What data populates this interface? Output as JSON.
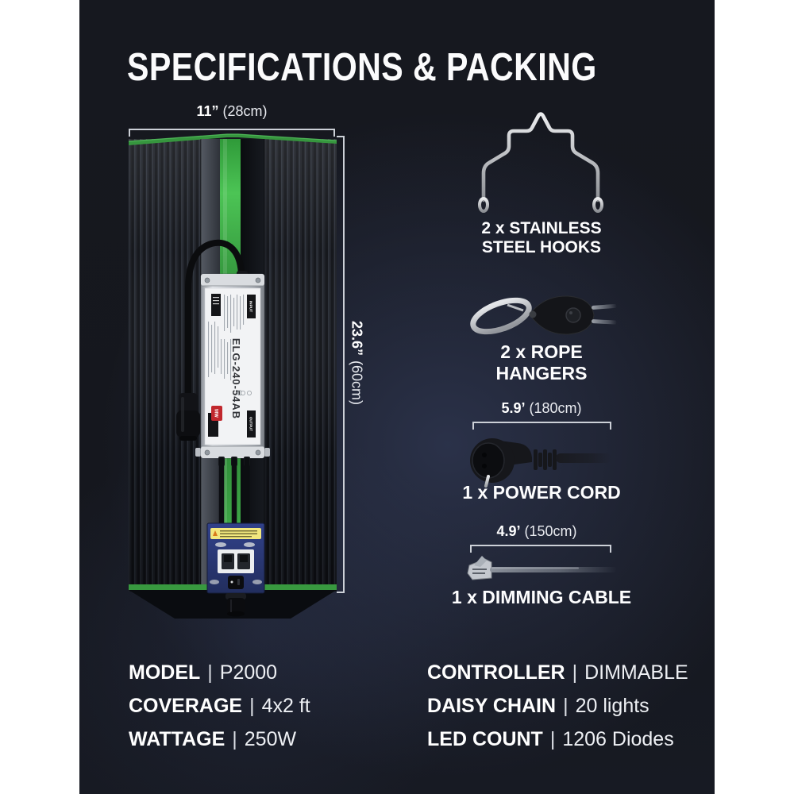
{
  "title": "SPECIFICATIONS & PACKING",
  "colors": {
    "page_background": "#ffffff",
    "panel_background": "#16181f",
    "accent_green": "#3fb247",
    "text": "#ffffff",
    "dimension_line": "#ccd0d7",
    "driver_silver": "#c6cad0",
    "controller_blue": "#2c3a74"
  },
  "product": {
    "width": {
      "imperial": "11”",
      "metric": "(28cm)"
    },
    "height": {
      "imperial": "23.6”",
      "metric": "(60cm)"
    },
    "driver": {
      "brand": "MW",
      "model": "ELG-240-54AB",
      "input_label": "INPUT",
      "output_label": "OUTPUT"
    }
  },
  "accessories": {
    "hooks": {
      "label_line1": "2 x STAINLESS",
      "label_line2": "STEEL HOOKS"
    },
    "rope_hangers": {
      "label": "2 x ROPE HANGERS"
    },
    "power_cord": {
      "length_imperial": "5.9’",
      "length_metric": "(180cm)",
      "label": "1 x POWER CORD"
    },
    "dimming_cable": {
      "length_imperial": "4.9’",
      "length_metric": "(150cm)",
      "label": "1 x DIMMING CABLE"
    }
  },
  "specs": {
    "separator": "|",
    "left": [
      {
        "label": "MODEL",
        "value": "P2000"
      },
      {
        "label": "COVERAGE",
        "value": "4x2 ft"
      },
      {
        "label": "WATTAGE",
        "value": "250W"
      }
    ],
    "right": [
      {
        "label": "CONTROLLER",
        "value": "DIMMABLE"
      },
      {
        "label": "DAISY CHAIN",
        "value": "20 lights"
      },
      {
        "label": "LED COUNT",
        "value": "1206 Diodes"
      }
    ]
  }
}
